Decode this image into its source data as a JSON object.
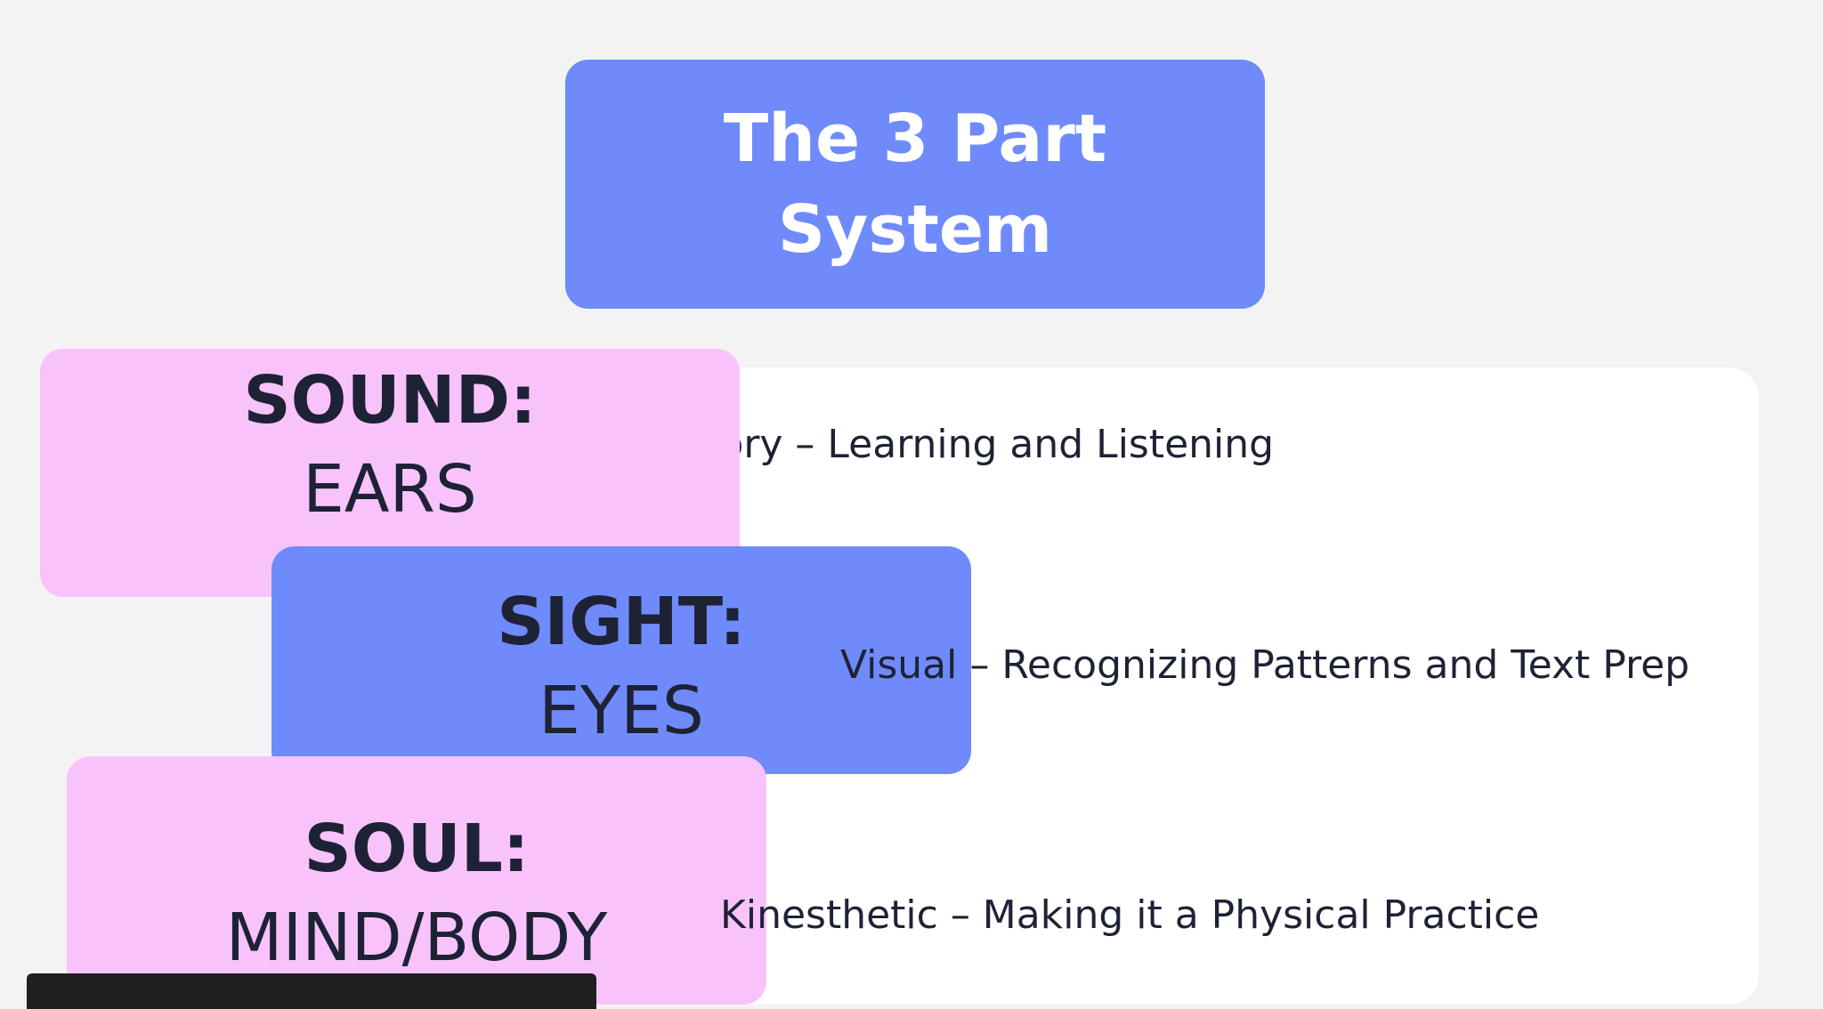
{
  "title": {
    "line1": "The 3 Part",
    "line2": "System"
  },
  "colors": {
    "background": "#f3f3f3",
    "blue": "#6f8bfb",
    "pink": "#f8c3fb",
    "panel": "#ffffff",
    "text_dark": "#1e2235",
    "bottom_bar": "#1f2021"
  },
  "parts": [
    {
      "label": "SOUND:",
      "sub": "EARS",
      "description": "Auditory – Learning and Listening",
      "color": "pink"
    },
    {
      "label": "SIGHT:",
      "sub": "EYES",
      "description": "Visual – Recognizing Patterns and Text Prep",
      "color": "blue"
    },
    {
      "label": "SOUL:",
      "sub": "MIND/BODY",
      "description": "Kinesthetic – Making it a Physical Practice",
      "color": "pink"
    }
  ]
}
